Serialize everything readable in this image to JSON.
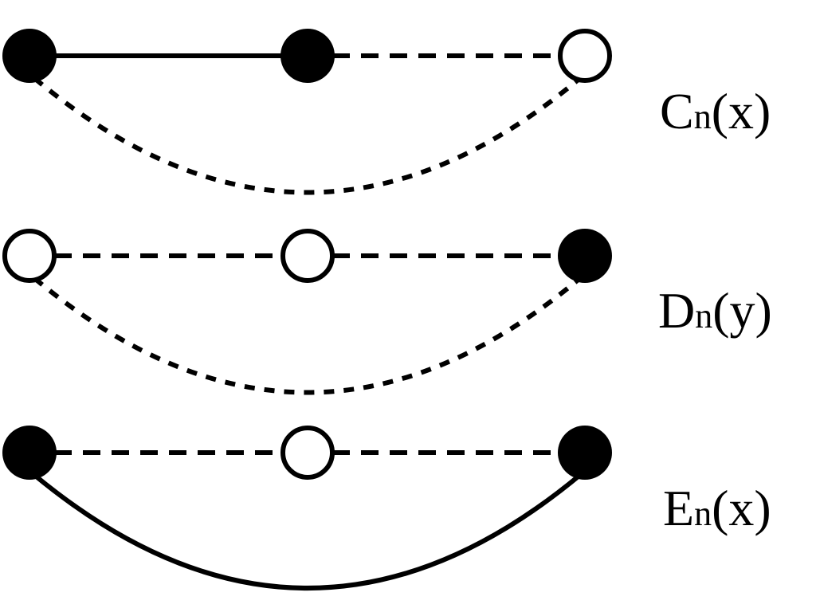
{
  "colors": {
    "filled_node": "#000000",
    "empty_node_fill": "#ffffff",
    "stroke": "#000000"
  },
  "diagrams": [
    {
      "label": {
        "letter": "C",
        "subscript": "n",
        "arg": "(x)"
      },
      "nodes": [
        "filled",
        "filled",
        "empty"
      ],
      "edges": [
        "solid",
        "dashed"
      ],
      "arc": "dotted"
    },
    {
      "label": {
        "letter": "D",
        "subscript": "n",
        "arg": "(y)"
      },
      "nodes": [
        "empty",
        "empty",
        "filled"
      ],
      "edges": [
        "dashed",
        "dashed"
      ],
      "arc": "dotted"
    },
    {
      "label": {
        "letter": "E",
        "subscript": "n",
        "arg": "(x)"
      },
      "nodes": [
        "filled",
        "empty",
        "filled"
      ],
      "edges": [
        "dashed",
        "dashed"
      ],
      "arc": "solid"
    }
  ]
}
